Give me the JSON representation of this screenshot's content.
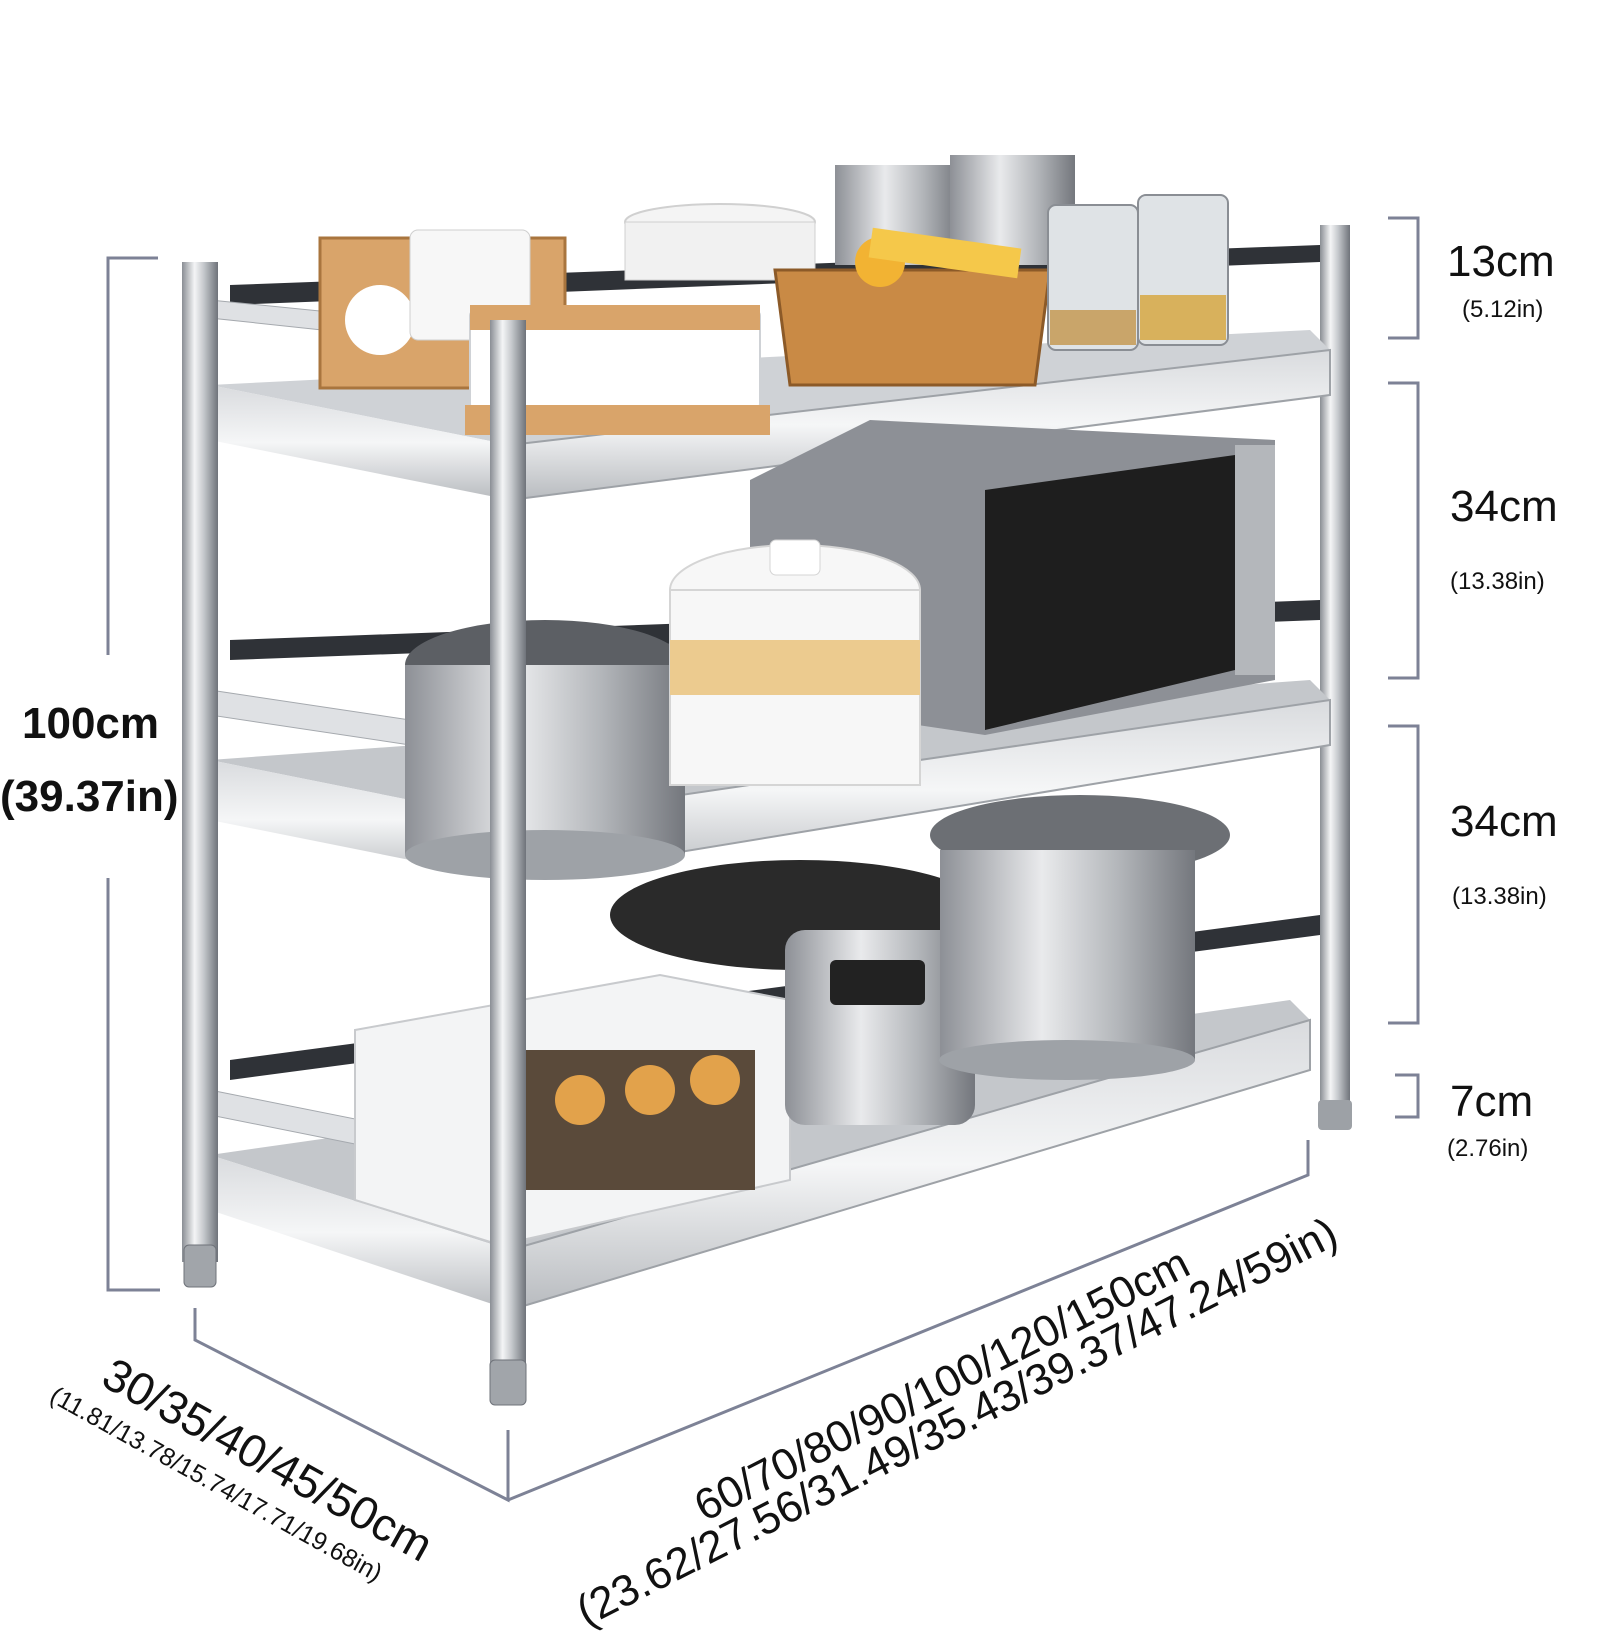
{
  "dimensions": {
    "height": {
      "cm": "100cm",
      "in": "(39.37in)"
    },
    "sections": [
      {
        "cm": "13cm",
        "in": "(5.12in)"
      },
      {
        "cm": "34cm",
        "in": "(13.38in)"
      },
      {
        "cm": "34cm",
        "in": "(13.38in)"
      },
      {
        "cm": "7cm",
        "in": "(2.76in)"
      }
    ],
    "depth": {
      "cm": "30/35/40/45/50cm",
      "in": "(11.81/13.78/15.74/17.71/19.68in)"
    },
    "width": {
      "cm": "60/70/80/90/100/120/150cm",
      "in": "(23.62/27.56/31.49/35.43/39.37/47.24/59in)"
    }
  },
  "colors": {
    "steel_light": "#e8e9eb",
    "steel_mid": "#bfc2c6",
    "steel_dark": "#7d8187",
    "dim_line": "#7d8296",
    "bamboo": "#d9a46a",
    "wicker": "#c98a45",
    "microwave_black": "#1e1e1e",
    "steamer_band": "#eccb8f"
  }
}
